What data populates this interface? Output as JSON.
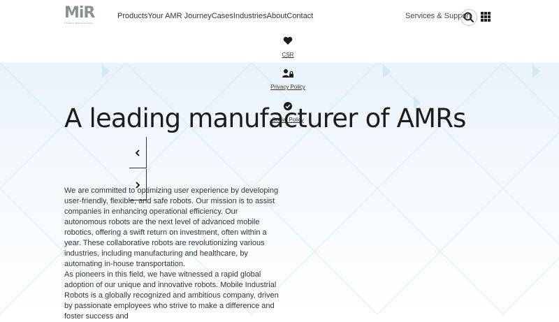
{
  "header": {
    "logo": {
      "text": "MiR",
      "tagline": "A Teradyne Robotics Company"
    },
    "nav": [
      "Products",
      "Your AMR Journey",
      "Cases",
      "Industries",
      "About",
      "Contact"
    ],
    "services_label": "Services & Support"
  },
  "dropdown": {
    "items": [
      {
        "label": "CSR",
        "icon": "heart-icon"
      },
      {
        "label": "Privacy Policy",
        "icon": "user-lock-icon"
      },
      {
        "label": "Social Policy",
        "icon": "badge-check-icon"
      }
    ]
  },
  "hero": {
    "headline": "A leading manufacturer of AMRs",
    "paragraphs": [
      "We are committed to optimizing user experience by developing user-friendly, flexible, and safe robots. Our mission is to assist companies in enhancing operational efficiency. Our autonomous robots are the next level of advanced mobile robotics, offering a swift return on investment, often within a year. These collaborative robots are revolutionizing various industries, including manufacturing and healthcare, by automating in-house transportation.",
      "As pioneers in this field, we have witnessed a rapid global adoption of our unique and innovative robots. Mobile Industrial Robots is a globally recognized and ambitious company, driven by passionate employees who strive to make a difference and foster success and"
    ]
  },
  "colors": {
    "hero_tint": "#e9f3fa",
    "accent": "#d7e9f5",
    "text": "#1c1c1c"
  }
}
